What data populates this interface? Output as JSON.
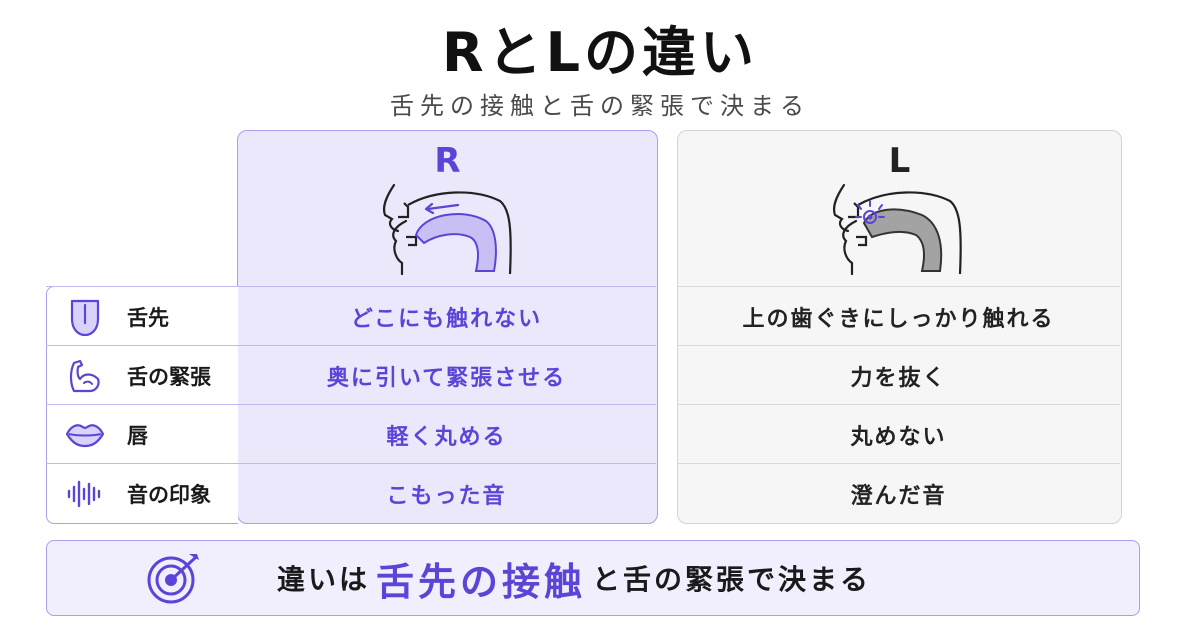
{
  "title": "RとLの違い",
  "subtitle": "舌先の接触と舌の緊張で決まる",
  "columns": [
    {
      "label": "R",
      "accent": "#5b45d6"
    },
    {
      "label": "L",
      "accent": "#222222"
    }
  ],
  "rows": [
    {
      "label": "舌先",
      "icon": "tongue-icon",
      "r": "どこにも触れない",
      "l": "上の歯ぐきにしっかり触れる"
    },
    {
      "label": "舌の緊張",
      "icon": "flexed-arm-icon",
      "r": "奥に引いて緊張させる",
      "l": "力を抜く"
    },
    {
      "label": "唇",
      "icon": "lips-icon",
      "r": "軽く丸める",
      "l": "丸めない"
    },
    {
      "label": "音の印象",
      "icon": "sound-wave-icon",
      "r": "こもった音",
      "l": "澄んだ音"
    }
  ],
  "summary": {
    "icon": "target-icon",
    "prefix": "違いは",
    "highlight": "舌先の接触",
    "suffix": "と舌の緊張で決まる"
  },
  "colors": {
    "accent": "#5b45d6",
    "accent_light": "#ebe8fc",
    "border": "#a99ef0"
  }
}
